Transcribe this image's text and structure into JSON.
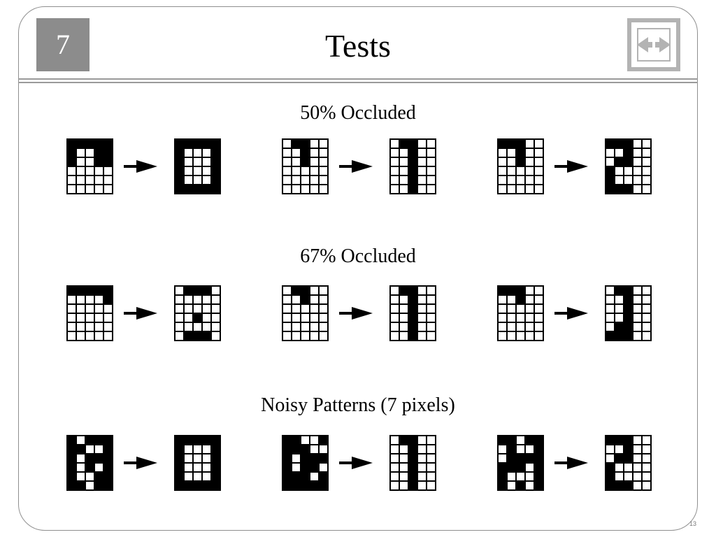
{
  "slide": {
    "number": "7",
    "title": "Tests",
    "page_number": "13"
  },
  "logo_icon": "bidirectional-arrow-icon",
  "colors": {
    "filled": "#000000",
    "empty": "#ffffff",
    "badge": "#8c8c8c",
    "frame": "#8f8f8f"
  },
  "sections": [
    {
      "heading": "50% Occluded",
      "pairs": [
        {
          "input": [
            "11111",
            "10011",
            "10011",
            "00000",
            "00000",
            "00000"
          ],
          "output": [
            "11111",
            "10001",
            "10001",
            "10001",
            "10001",
            "11111"
          ]
        },
        {
          "input": [
            "01100",
            "00100",
            "00100",
            "00000",
            "00000",
            "00000"
          ],
          "output": [
            "01100",
            "00100",
            "00100",
            "00100",
            "00100",
            "00100"
          ]
        },
        {
          "input": [
            "11100",
            "00100",
            "00100",
            "00000",
            "00000",
            "00000"
          ],
          "output": [
            "11100",
            "00100",
            "01100",
            "10000",
            "10000",
            "11100"
          ]
        }
      ]
    },
    {
      "heading": "67% Occluded",
      "pairs": [
        {
          "input": [
            "11111",
            "00001",
            "00000",
            "00000",
            "00000",
            "00000"
          ],
          "output": [
            "01110",
            "00000",
            "00000",
            "00100",
            "00000",
            "01110"
          ]
        },
        {
          "input": [
            "01100",
            "00100",
            "00000",
            "00000",
            "00000",
            "00000"
          ],
          "output": [
            "01100",
            "00100",
            "00100",
            "00100",
            "00100",
            "00100"
          ]
        },
        {
          "input": [
            "11100",
            "00100",
            "00000",
            "00000",
            "00000",
            "00000"
          ],
          "output": [
            "01100",
            "00100",
            "00100",
            "00100",
            "01100",
            "11100"
          ]
        }
      ]
    },
    {
      "heading": "Noisy Patterns (7 pixels)",
      "pairs": [
        {
          "input": [
            "10111",
            "11001",
            "10111",
            "10101",
            "10011",
            "11011"
          ],
          "output": [
            "11111",
            "10001",
            "10001",
            "10001",
            "10001",
            "11111"
          ]
        },
        {
          "input": [
            "11001",
            "11100",
            "10111",
            "10110",
            "11101",
            "11111"
          ],
          "output": [
            "01100",
            "00100",
            "00100",
            "00100",
            "00100",
            "00100"
          ]
        },
        {
          "input": [
            "11011",
            "01001",
            "01111",
            "11101",
            "10001",
            "10101"
          ],
          "output": [
            "11100",
            "00100",
            "01100",
            "10000",
            "10000",
            "11100"
          ]
        }
      ]
    }
  ]
}
